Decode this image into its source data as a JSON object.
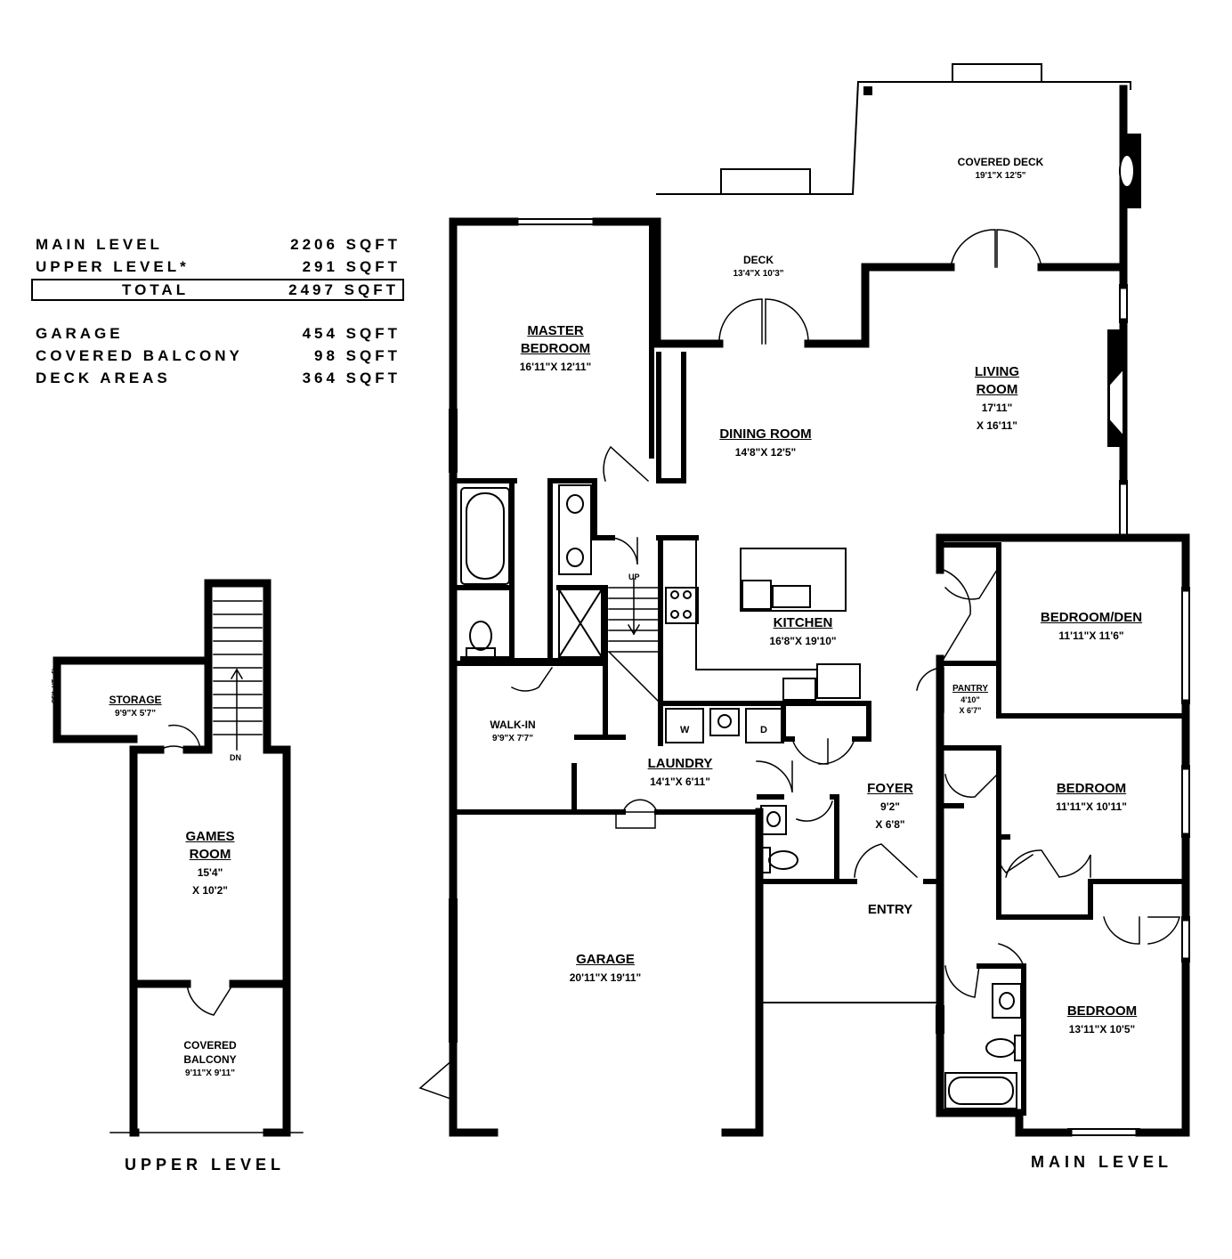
{
  "area_summary": {
    "rows": [
      {
        "label": "MAIN LEVEL",
        "value": "2206 SQFT"
      },
      {
        "label": "UPPER LEVEL*",
        "value": "291 SQFT"
      }
    ],
    "total": {
      "label": "TOTAL",
      "value": "2497 SQFT"
    },
    "extras": [
      {
        "label": "GARAGE",
        "value": "454 SQFT"
      },
      {
        "label": "COVERED BALCONY",
        "value": "98 SQFT"
      },
      {
        "label": "DECK AREAS",
        "value": "364 SQFT"
      }
    ]
  },
  "levels": {
    "upper": "UPPER LEVEL",
    "main": "MAIN LEVEL"
  },
  "rooms": {
    "covered_deck": {
      "name": "COVERED DECK",
      "dim": "19'1\"X 12'5\""
    },
    "deck": {
      "name": "DECK",
      "dim": "13'4\"X 10'3\""
    },
    "master_bedroom": {
      "name1": "MASTER",
      "name2": "BEDROOM",
      "dim": "16'11\"X 12'11\""
    },
    "dining_room": {
      "name": "DINING ROOM",
      "dim": "14'8\"X 12'5\""
    },
    "living_room": {
      "name1": "LIVING",
      "name2": "ROOM",
      "dim1": "17'11\"",
      "dim2": "X 16'11\""
    },
    "kitchen": {
      "name": "KITCHEN",
      "dim": "16'8\"X 19'10\""
    },
    "bedroom_den": {
      "name": "BEDROOM/DEN",
      "dim": "11'11\"X 11'6\""
    },
    "pantry": {
      "name": "PANTRY",
      "dim1": "4'10\"",
      "dim2": "X 6'7\""
    },
    "walk_in": {
      "name": "WALK-IN",
      "dim": "9'9\"X 7'7\""
    },
    "laundry": {
      "name": "LAUNDRY",
      "dim": "14'1\"X 6'11\""
    },
    "foyer": {
      "name": "FOYER",
      "dim1": "9'2\"",
      "dim2": "X 6'8\""
    },
    "bedroom2": {
      "name": "BEDROOM",
      "dim": "11'11\"X 10'11\""
    },
    "entry": {
      "name": "ENTRY"
    },
    "garage": {
      "name": "GARAGE",
      "dim": "20'11\"X 19'11\""
    },
    "bedroom3": {
      "name": "BEDROOM",
      "dim": "13'11\"X 10'5\""
    },
    "storage": {
      "name": "STORAGE",
      "dim": "9'9\"X 5'7\""
    },
    "games_room": {
      "name1": "GAMES",
      "name2": "ROOM",
      "dim1": "15'4\"",
      "dim2": "X 10'2\""
    },
    "covered_balcony": {
      "name1": "COVERED",
      "name2": "BALCONY",
      "dim": "9'11\"X 9'11\""
    }
  },
  "annotations": {
    "up": "UP",
    "dn": "DN",
    "washer": "W",
    "dryer": "D",
    "ceiling_note": "CEIL HT - 5'"
  }
}
